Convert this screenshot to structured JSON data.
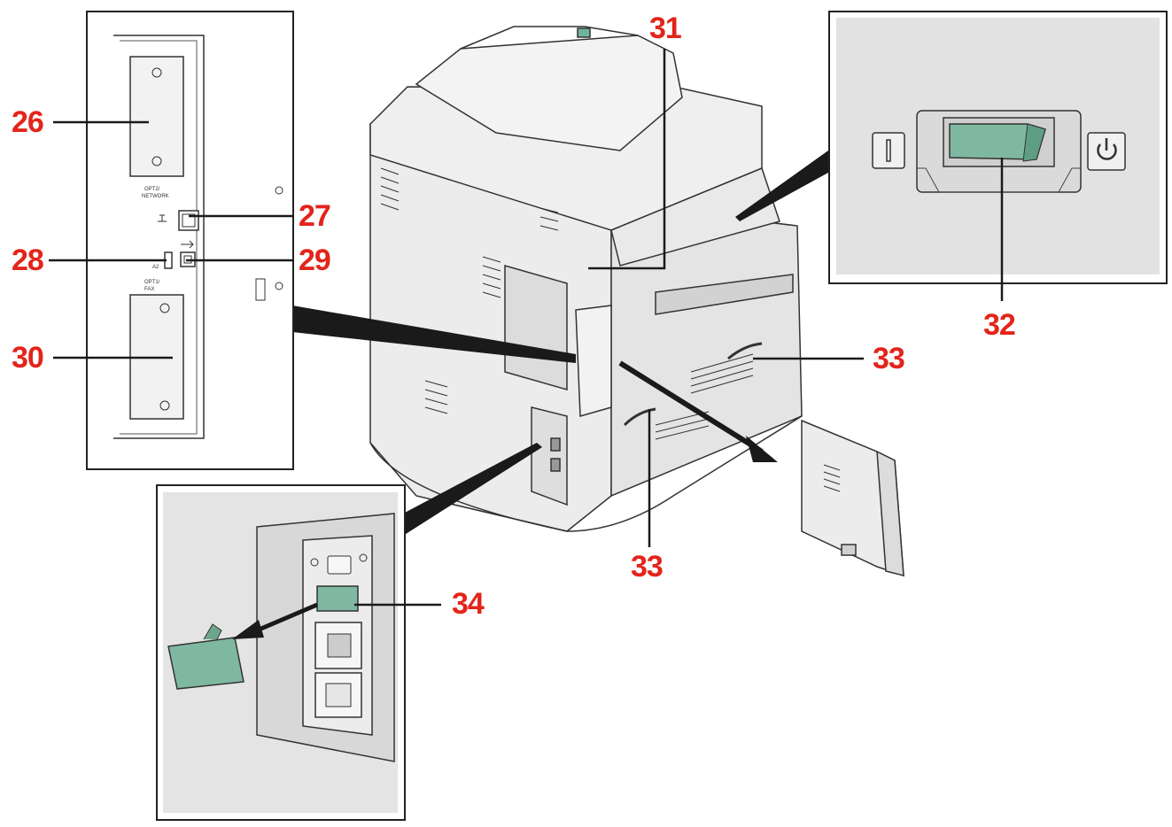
{
  "colors": {
    "callout": "#e3241b",
    "line": "#222222",
    "panel_bg": "#e2e2e2",
    "machine": "#ebebeb",
    "switch_green": "#7fb8a0"
  },
  "callouts": {
    "c26": "26",
    "c27": "27",
    "c28": "28",
    "c29": "29",
    "c30": "30",
    "c31": "31",
    "c32": "32",
    "c33a": "33",
    "c33b": "33",
    "c34": "34"
  },
  "panel_labels": {
    "opt2": "OPT2/",
    "network": "NETWORK",
    "opt1": "OPT1/",
    "fax": "FAX",
    "a2": "A2"
  },
  "icons": {
    "power_on": "power-standby-icon",
    "power_mark": "power-on-bar-icon",
    "network": "network-icon",
    "usb": "usb-icon"
  }
}
